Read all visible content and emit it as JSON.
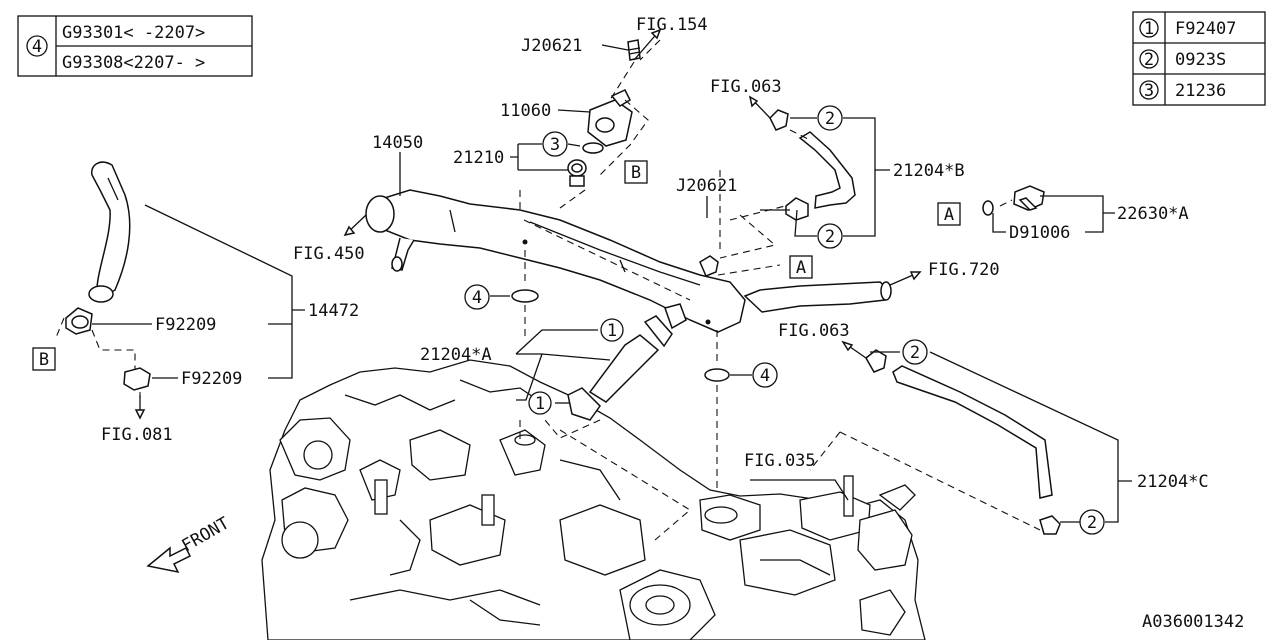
{
  "legend_top_left": {
    "key": "4",
    "rows": [
      "G93301< -2207>",
      "G93308<2207- >"
    ]
  },
  "legend_top_right": [
    {
      "key": "1",
      "part": "F92407"
    },
    {
      "key": "2",
      "part": "0923S"
    },
    {
      "key": "3",
      "part": "21236"
    }
  ],
  "labels": {
    "fig154": "FIG.154",
    "j20621_top": "J20621",
    "p11060": "11060",
    "fig063_top": "FIG.063",
    "p14050": "14050",
    "p21210": "21210",
    "p21204b": "21204*B",
    "j20621_mid": "J20621",
    "p22630a": "22630*A",
    "d91006": "D91006",
    "fig450": "FIG.450",
    "fig720": "FIG.720",
    "p14472": "14472",
    "f92209_a": "F92209",
    "f92209_b": "F92209",
    "fig063_mid": "FIG.063",
    "p21204a": "21204*A",
    "fig081": "FIG.081",
    "fig035": "FIG.035",
    "p21204c": "21204*C",
    "front": "FRONT",
    "diagram_id": "A036001342"
  },
  "callouts": {
    "c1_upper": "1",
    "c1_lower": "1",
    "c2_top_a": "2",
    "c2_top_b": "2",
    "c2_mid": "2",
    "c2_bottom": "2",
    "c3": "3",
    "c4_left": "4",
    "c4_right": "4"
  },
  "ref_boxes": {
    "b_top": "B",
    "b_left": "B",
    "a_mid": "A",
    "a_right": "A"
  }
}
